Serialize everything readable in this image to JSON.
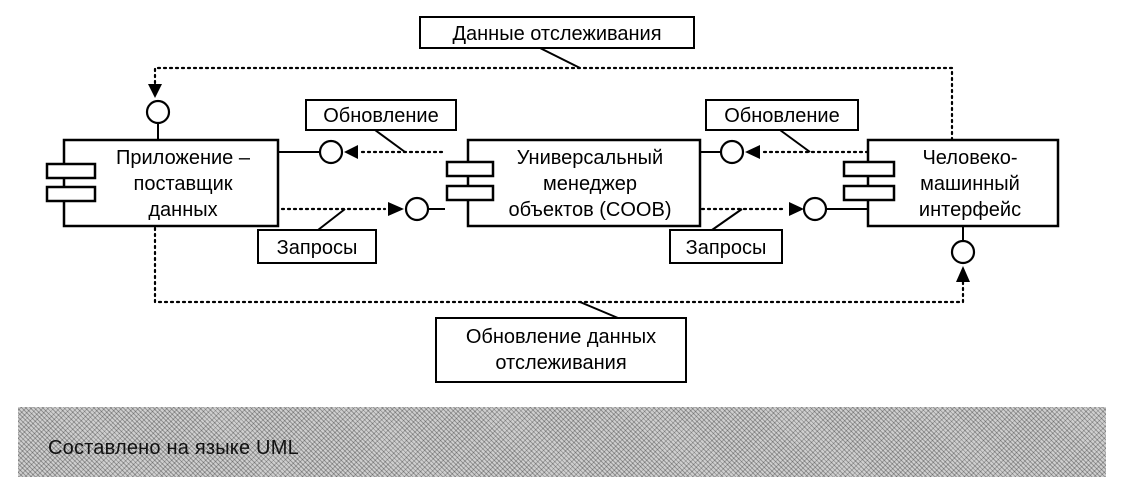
{
  "components": {
    "supplier": {
      "line1": "Приложение –",
      "line2": "поставщик",
      "line3": "данных"
    },
    "coob": {
      "line1": "Универсальный",
      "line2": "менеджер",
      "line3": "объектов (COOB)"
    },
    "hmi": {
      "line1": "Человеко-",
      "line2": "машинный",
      "line3": "интерфейс"
    }
  },
  "notes": {
    "tracking_data": "Данные отслеживания",
    "update_left": "Обновление",
    "update_right": "Обновление",
    "requests_left": "Запросы",
    "requests_right": "Запросы",
    "tracking_update_line1": "Обновление данных",
    "tracking_update_line2": "отслеживания"
  },
  "footer": {
    "text": "Составлено на языке UML"
  }
}
